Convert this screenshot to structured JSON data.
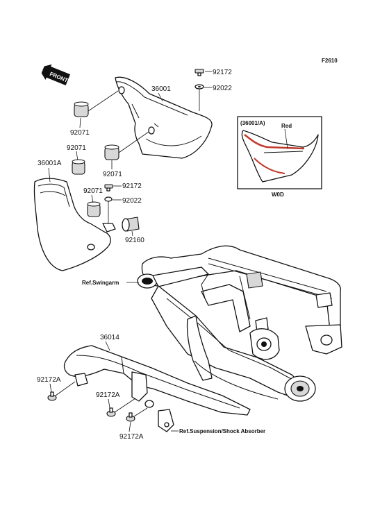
{
  "figure_code": "F2610",
  "front_indicator": "FRONT",
  "callouts": {
    "p36001": "36001",
    "p92172_top": "92172",
    "p92022_top": "92022",
    "p92071_a": "92071",
    "p92071_b": "92071",
    "p92071_c": "92071",
    "p92071_d": "92071",
    "p36001A": "36001A",
    "p92172_mid": "92172",
    "p92022_mid": "92022",
    "p92160": "92160",
    "p36014": "36014",
    "p92172A_a": "92172A",
    "p92172A_b": "92172A",
    "p92172A_c": "92172A"
  },
  "inset": {
    "title": "(36001/A)",
    "color_label": "Red",
    "caption": "W0D"
  },
  "references": {
    "swingarm": "Ref.Swingarm",
    "suspension": "Ref.Suspension/Shock Absorber"
  }
}
